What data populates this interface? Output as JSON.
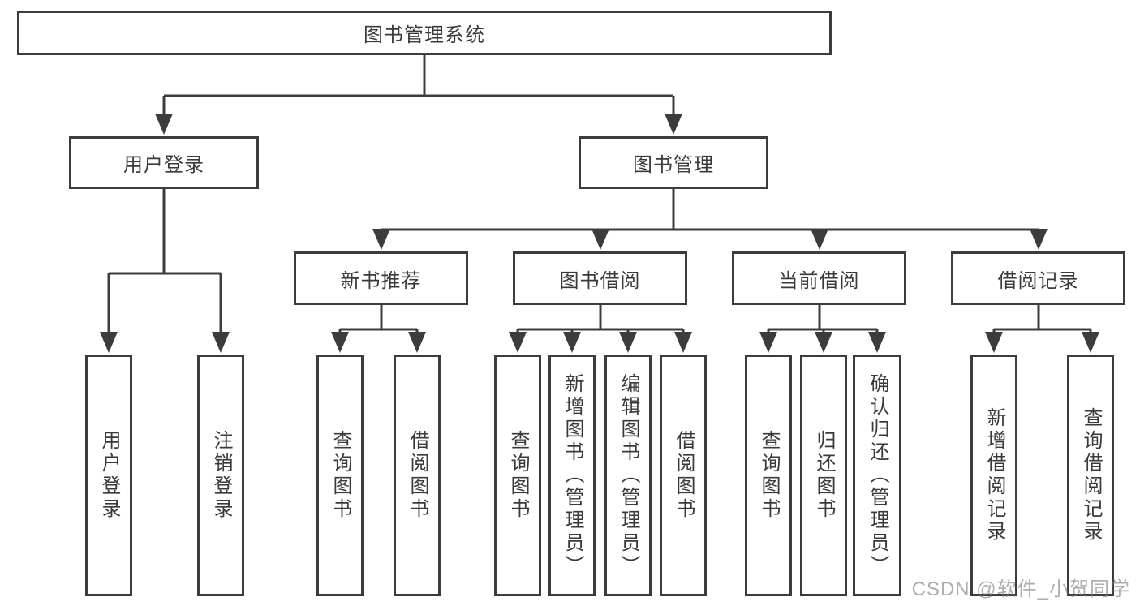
{
  "nodes": {
    "root": {
      "label": "图书管理系统"
    },
    "level2": [
      {
        "label": "用户登录"
      },
      {
        "label": "图书管理"
      }
    ],
    "level3": [
      {
        "label": "新书推荐"
      },
      {
        "label": "图书借阅"
      },
      {
        "label": "当前借阅"
      },
      {
        "label": "借阅记录"
      }
    ],
    "leaves": {
      "user_login": [
        {
          "label": "用户登录"
        },
        {
          "label": "注销登录"
        }
      ],
      "new_book_recommend": [
        {
          "label": "查询图书"
        },
        {
          "label": "借阅图书"
        }
      ],
      "book_borrow": [
        {
          "label": "查询图书"
        },
        {
          "label": "新增图书（管理员）"
        },
        {
          "label": "编辑图书（管理员）"
        },
        {
          "label": "借阅图书"
        }
      ],
      "current_borrow": [
        {
          "label": "查询图书"
        },
        {
          "label": "归还图书"
        },
        {
          "label": "确认归还（管理员）"
        }
      ],
      "borrow_records": [
        {
          "label": "新增借阅记录"
        },
        {
          "label": "查询借阅记录"
        }
      ]
    }
  },
  "colors": {
    "line": "#3c3c3c",
    "text": "#3a3a3a",
    "background": "#ffffff",
    "watermark": "#7d7d7d"
  },
  "watermark": {
    "text": "CSDN @软件_小贺同学"
  }
}
